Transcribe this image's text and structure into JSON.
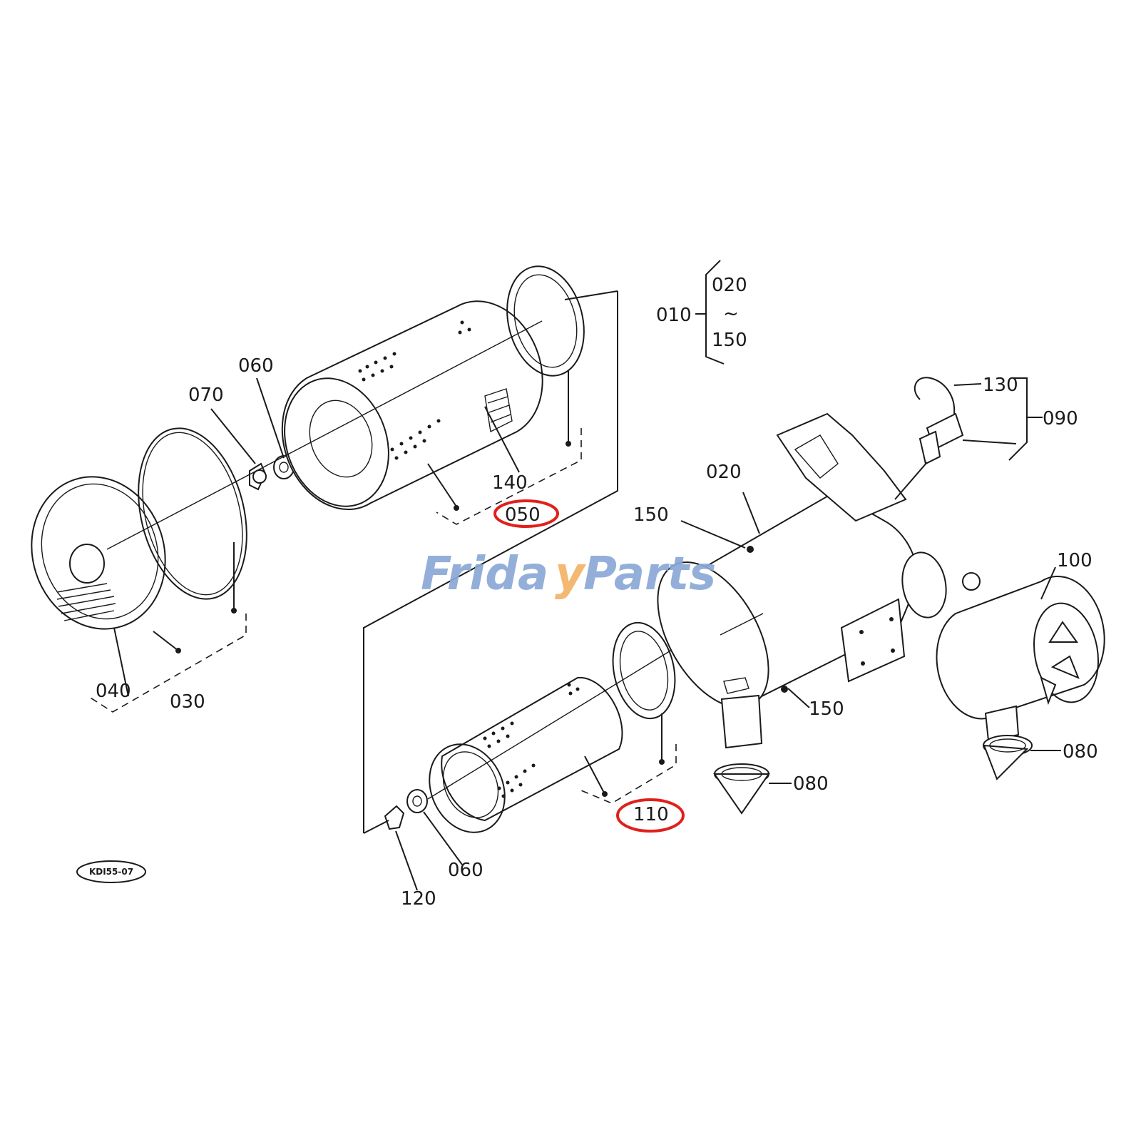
{
  "diagram": {
    "drawing_code": "KDI55-07",
    "watermark": {
      "part1": "Frida",
      "part2": "y",
      "part3": "Parts"
    },
    "labels": {
      "l010": "010",
      "l020_group": "020",
      "l150_group": "150",
      "l020": "020",
      "l030": "030",
      "l040": "040",
      "l050": "050",
      "l060_top": "060",
      "l060_bottom": "060",
      "l070": "070",
      "l080_mid": "080",
      "l080_right": "080",
      "l090": "090",
      "l100": "100",
      "l110": "110",
      "l120": "120",
      "l130": "130",
      "l140": "140",
      "l150_left": "150",
      "l150_lower": "150"
    },
    "group_range_symbol": "~",
    "highlighted_labels": [
      "050",
      "110"
    ],
    "highlight_color": "#e0201b",
    "line_color": "#1a1a1a",
    "watermark_colors": {
      "text": "#8aa9d6",
      "accent": "#f2b266"
    }
  }
}
